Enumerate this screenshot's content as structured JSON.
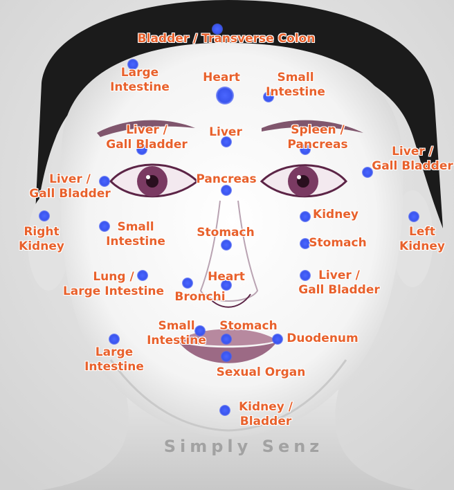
{
  "labels": {
    "bladder_transverse": "Bladder / Transverse Colon",
    "large_intestine_forehead": [
      "Large",
      "Intestine"
    ],
    "heart_forehead": "Heart",
    "small_intestine_forehead": [
      "Small",
      "Intestine"
    ],
    "liver_gb_brow": [
      "Liver /",
      "Gall Bladder"
    ],
    "liver_center": "Liver",
    "spleen_pancreas": [
      "Spleen /",
      "Pancreas"
    ],
    "liver_gb_temple_right": [
      "Liver /",
      "Gall Bladder"
    ],
    "liver_gb_left": [
      "Liver /",
      "Gall Bladder"
    ],
    "pancreas": "Pancreas",
    "right_kidney": [
      "Right",
      "Kidney"
    ],
    "small_intestine_cheek": [
      "Small",
      "Intestine"
    ],
    "stomach_nose": "Stomach",
    "kidney_right_side": "Kidney",
    "stomach_right_side": "Stomach",
    "left_kidney": [
      "Left",
      "Kidney"
    ],
    "lung_large_intestine": [
      "Lung /",
      "Large Intestine"
    ],
    "heart_nose": "Heart",
    "bronchi": "Bronchi",
    "liver_gb_cheek": [
      "Liver /",
      "Gall Bladder"
    ],
    "small_intestine_mouth": [
      "Small",
      "Intestine"
    ],
    "stomach_mouth": "Stomach",
    "duodenum": "Duodenum",
    "large_intestine_jaw": [
      "Large",
      "Intestine"
    ],
    "sexual_organ": "Sexual Organ",
    "kidney_bladder": [
      "Kidney /",
      "Bladder"
    ]
  },
  "watermark": "Simply Senz",
  "colors": {
    "label": "#e8612c",
    "dot": "#3a55ee"
  }
}
